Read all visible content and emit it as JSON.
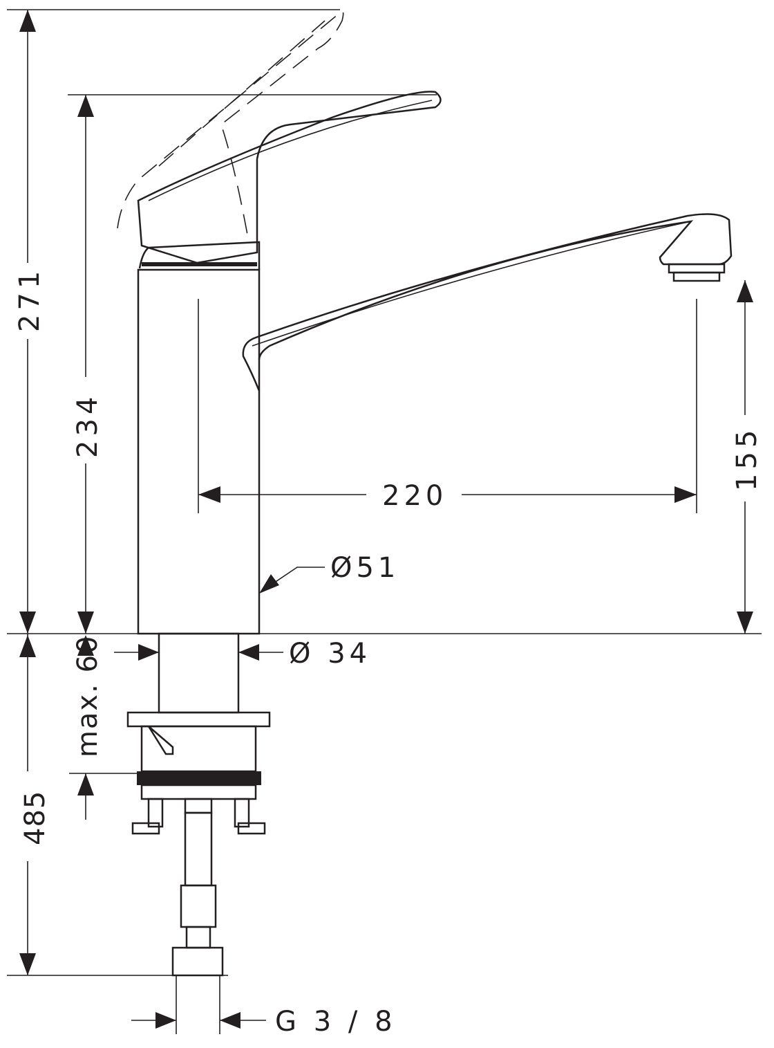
{
  "dimensions": {
    "total_height": "271",
    "handle_height": "234",
    "spout_clearance": "155",
    "spout_reach": "220",
    "body_diameter": "Ø51",
    "shank_diameter": "Ø 34",
    "max_counter_thickness": "max. 60",
    "hose_length": "485",
    "connection_thread": "G 3 / 8"
  },
  "colors": {
    "line": "#231f20",
    "background": "#ffffff"
  }
}
